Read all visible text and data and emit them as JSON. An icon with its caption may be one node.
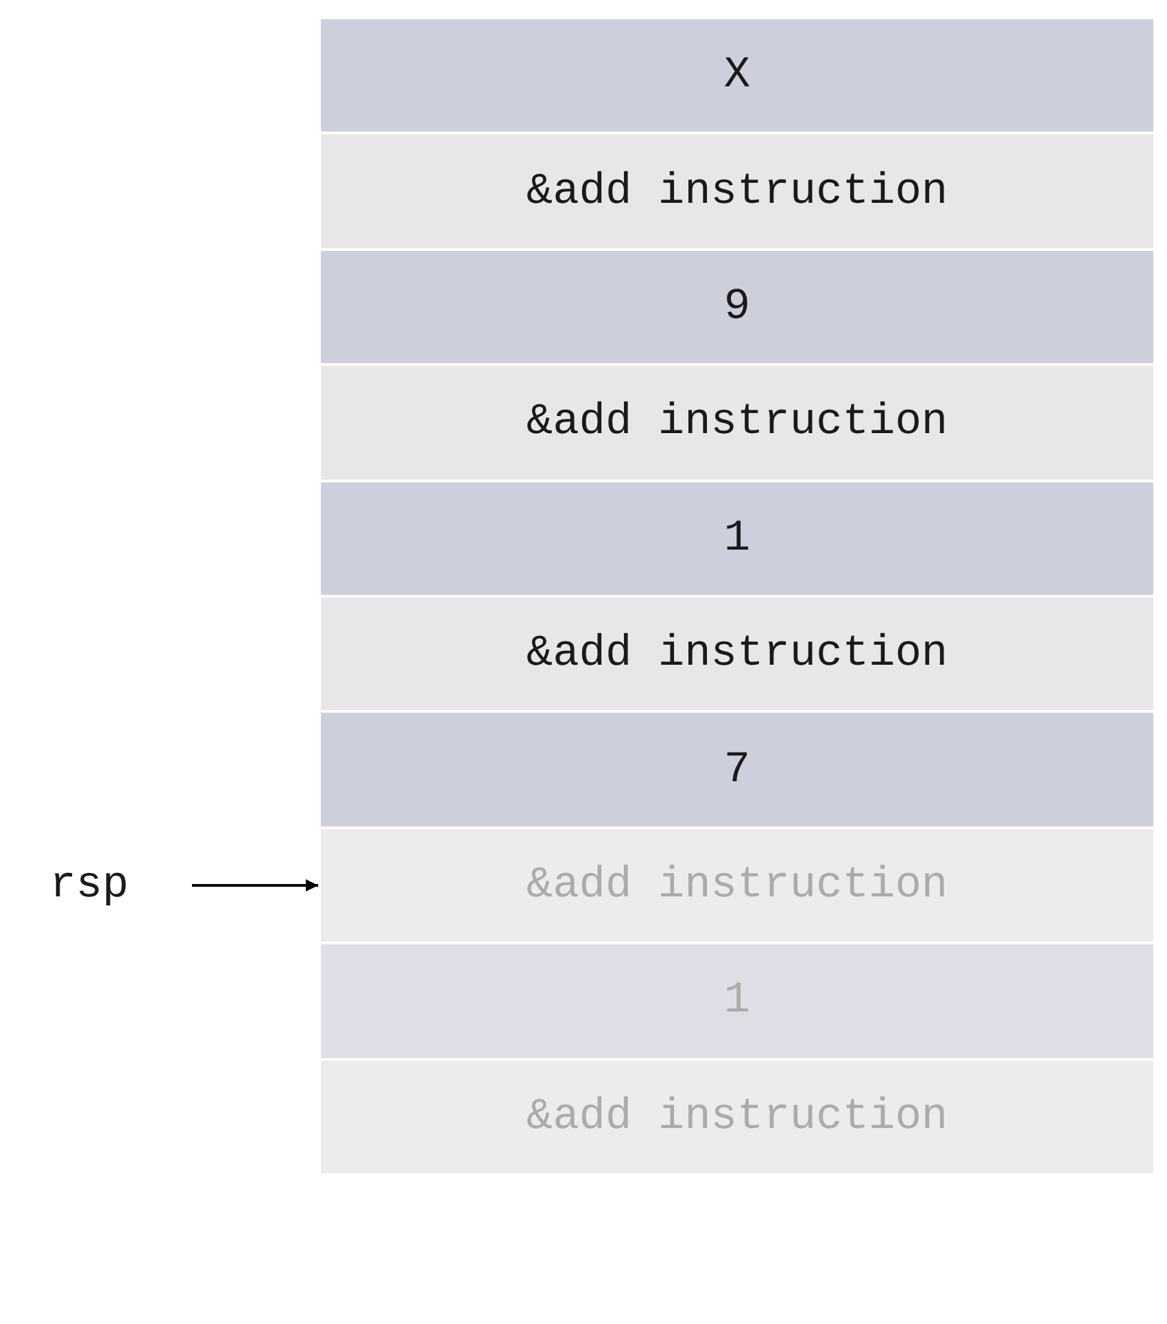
{
  "diagram": {
    "nodes": [
      {
        "text": [
          "X"
        ]
      },
      {
        "text": [
          "&add instruction"
        ]
      },
      {
        "text": [
          "9"
        ]
      },
      {
        "text": [
          "&add instruction"
        ]
      },
      {
        "text": [
          "1"
        ]
      },
      {
        "text": [
          "&add instruction"
        ]
      },
      {
        "text": [
          "7"
        ]
      },
      {
        "text": [
          "&add instruction"
        ]
      },
      {
        "text": [
          "1"
        ]
      },
      {
        "text": [
          "&add instruction"
        ]
      },
      {
        "text": [
          "rsp"
        ]
      }
    ],
    "edges": [
      {
        "from": 10,
        "to": 7,
        "arrow": "to"
      }
    ]
  }
}
